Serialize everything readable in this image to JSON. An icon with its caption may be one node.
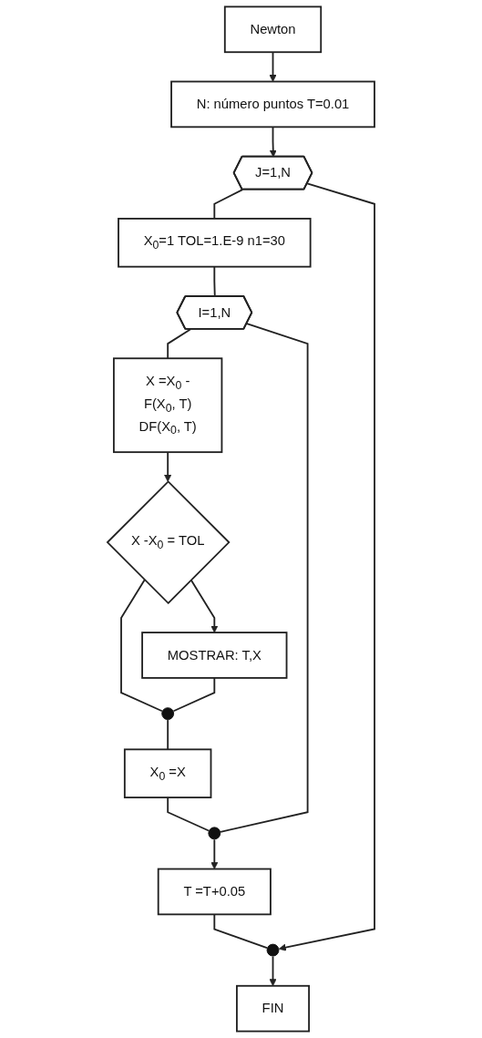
{
  "diagram": {
    "nodes": [
      {
        "text": [
          "Newton"
        ]
      },
      {
        "text": [
          "N: número puntos T=0.01"
        ]
      },
      {
        "text": [
          "J=1,N"
        ]
      },
      {
        "text": [
          "X$_{0}$=1 TOL=1.E-9 n1=30"
        ]
      },
      {
        "text": [
          "I=1,N"
        ]
      },
      {
        "text": [
          "X =X$_{0}$ -",
          "F(X$_{0}$, T)",
          "DF(X$_{0}$, T)"
        ]
      },
      {
        "text": [
          "X -X$_{0}$ = TOL"
        ]
      },
      {
        "text": [],
        "shape": "circle"
      },
      {
        "text": [
          "MOSTRAR: T,X"
        ]
      },
      {
        "text": [
          "X$_{0}$ =X"
        ]
      },
      {
        "text": [],
        "shape": "circle"
      },
      {
        "text": [
          "T =T+0.05"
        ]
      },
      {
        "text": [],
        "shape": "circle"
      },
      {
        "text": [
          "FIN"
        ]
      }
    ],
    "edges": [
      {
        "from": 0,
        "to": 1,
        "arrow": "to"
      },
      {
        "from": 1,
        "to": 2,
        "arrow": "to"
      },
      {
        "from": 2,
        "to": 3,
        "arrow": "none"
      },
      {
        "from": 3,
        "to": 4,
        "arrow": "none"
      },
      {
        "from": 4,
        "to": 5,
        "arrow": "none"
      },
      {
        "from": 5,
        "to": 6,
        "arrow": "to"
      },
      {
        "from": 6,
        "to": 8,
        "arrow": "to"
      },
      {
        "from": 6,
        "to": 7,
        "arrow": "none"
      },
      {
        "from": 8,
        "to": 7,
        "arrow": "none"
      },
      {
        "from": 7,
        "to": 9,
        "arrow": "none"
      },
      {
        "from": 9,
        "to": 10,
        "arrow": "none"
      },
      {
        "from": 4,
        "to": 10,
        "arrow": "none"
      },
      {
        "from": 10,
        "to": 11,
        "arrow": "to"
      },
      {
        "from": 11,
        "to": 12,
        "arrow": "none"
      },
      {
        "from": 2,
        "to": 12,
        "arrow": "to"
      },
      {
        "from": 12,
        "to": 13,
        "arrow": "to"
      }
    ]
  }
}
